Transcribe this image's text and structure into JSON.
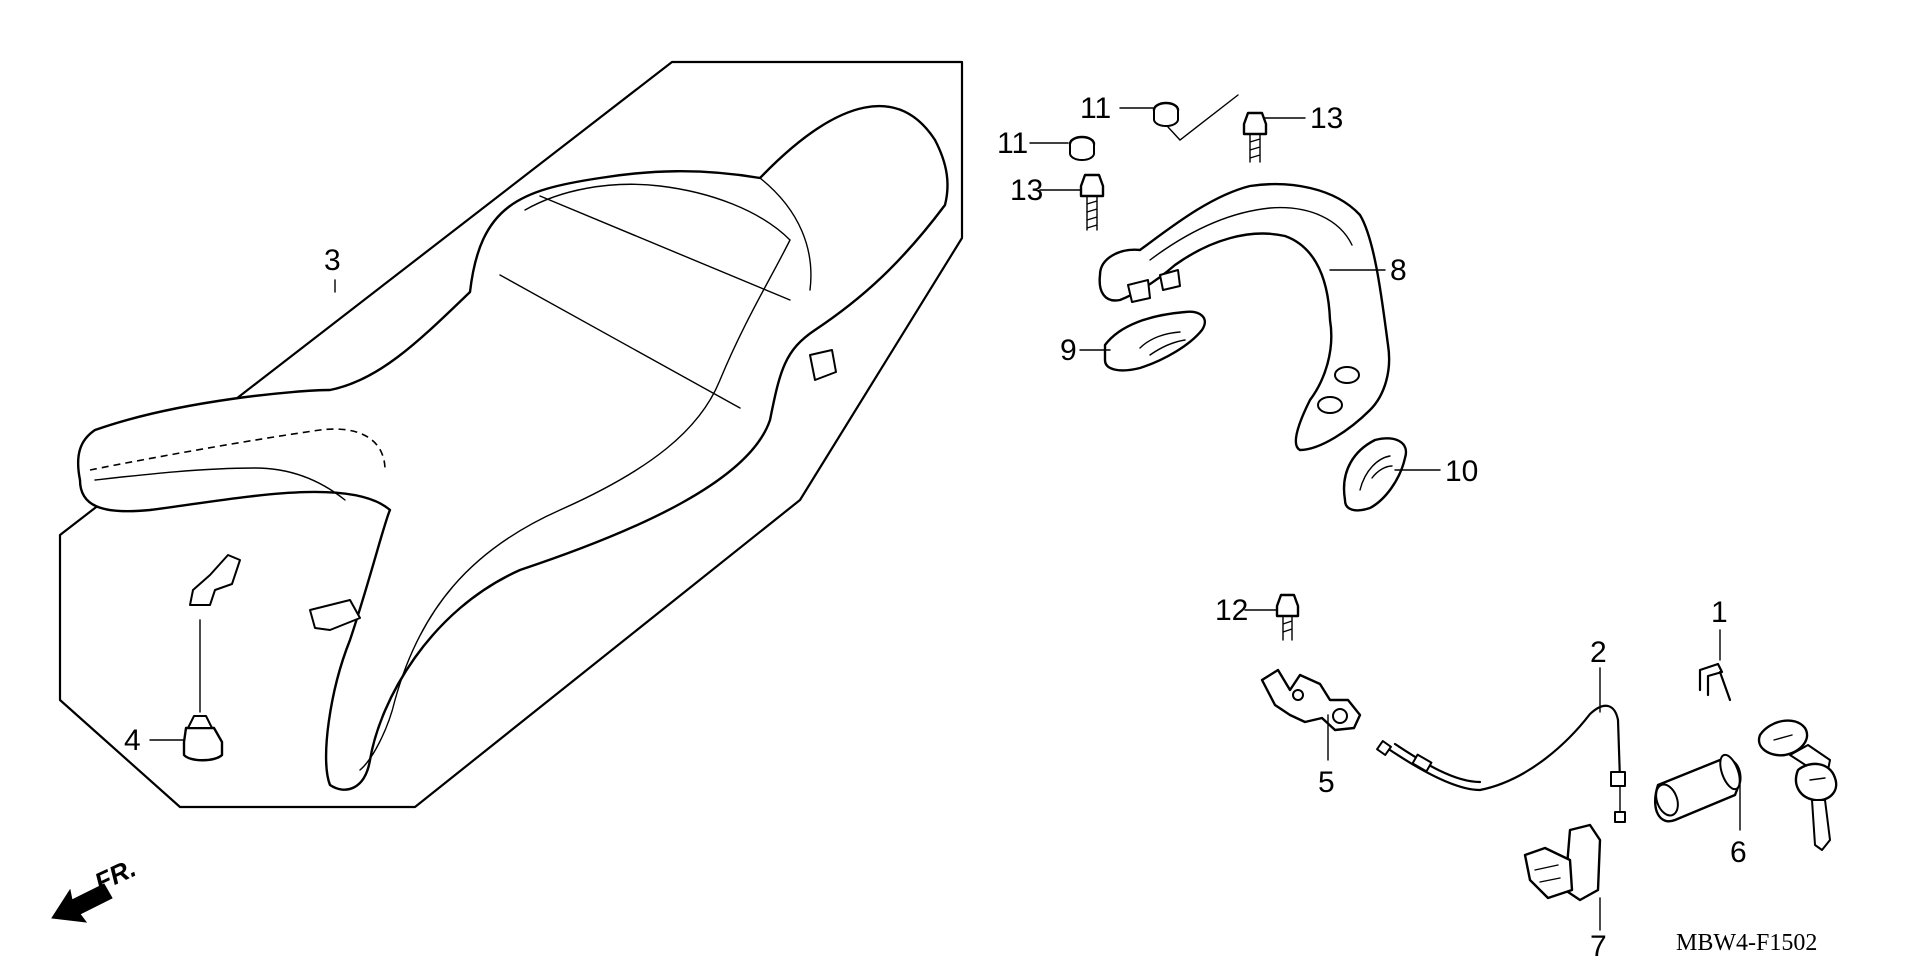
{
  "diagram": {
    "code": "MBW4-F1502",
    "direction_label": "FR.",
    "callouts": [
      {
        "id": "c1",
        "label": "1"
      },
      {
        "id": "c2",
        "label": "2"
      },
      {
        "id": "c3",
        "label": "3"
      },
      {
        "id": "c4",
        "label": "4"
      },
      {
        "id": "c5",
        "label": "5"
      },
      {
        "id": "c6",
        "label": "6"
      },
      {
        "id": "c7",
        "label": "7"
      },
      {
        "id": "c8",
        "label": "8"
      },
      {
        "id": "c9",
        "label": "9"
      },
      {
        "id": "c10",
        "label": "10"
      },
      {
        "id": "c11a",
        "label": "11"
      },
      {
        "id": "c11b",
        "label": "11"
      },
      {
        "id": "c12",
        "label": "12"
      },
      {
        "id": "c13a",
        "label": "13"
      },
      {
        "id": "c13b",
        "label": "13"
      }
    ]
  }
}
